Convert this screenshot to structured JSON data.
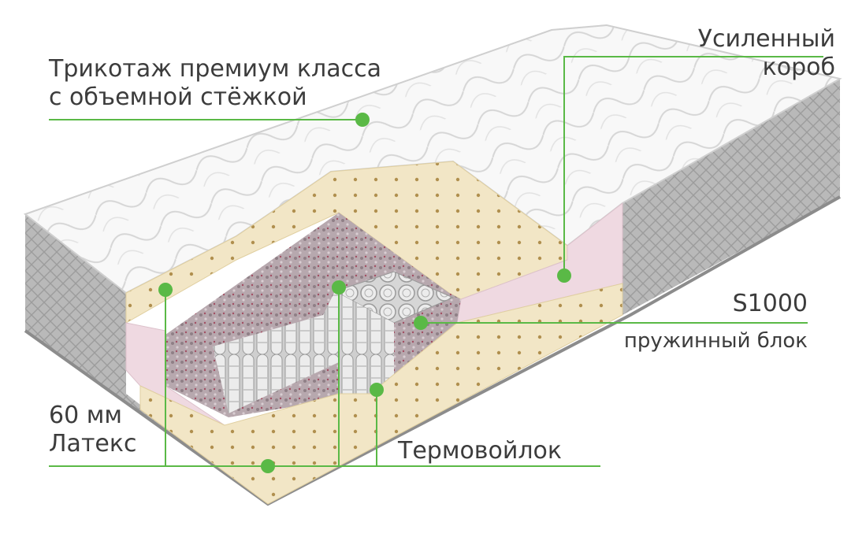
{
  "colors": {
    "accent": "#5ab946",
    "text": "#3c3c3c",
    "latex": "#f1e6c8",
    "pink_foam": "#efd9e1",
    "felt": "#b9a9b0",
    "quilt_top": "#f7f7f7",
    "side_knit": "#bdbdbd"
  },
  "labels": {
    "top_fabric": {
      "line1": "Трикотаж премиум класса",
      "line2": "с объемной стёжкой"
    },
    "box": {
      "line1": "Усиленный",
      "line2": "короб"
    },
    "spring": {
      "line1": "S1000",
      "line2": "пружинный блок"
    },
    "latex": {
      "line1": "60 мм",
      "line2": "Латекс"
    },
    "felt": {
      "line1": "Термовойлок"
    }
  }
}
